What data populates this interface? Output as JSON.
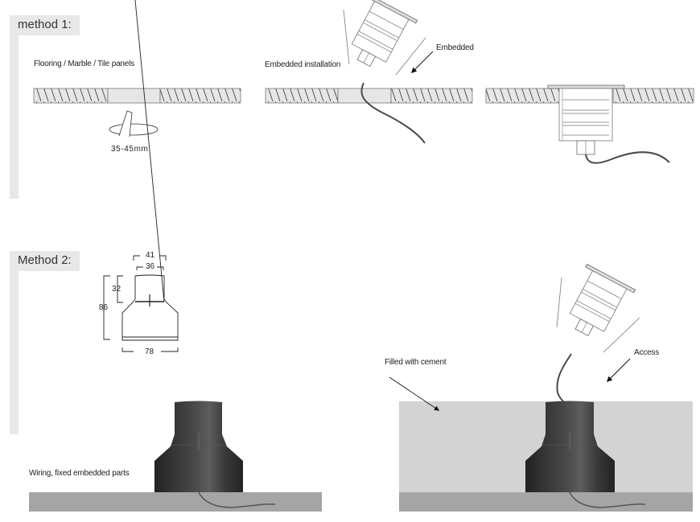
{
  "method1": {
    "title": "method 1:",
    "step1_label": "Flooring / Marble / Tile panels",
    "hole_size": "35-45mm",
    "step2_label": "Embedded installation",
    "arrow_label": "Embedded"
  },
  "method2": {
    "title": "Method 2:",
    "dimensions": {
      "top_outer_width": "41",
      "top_inner_width": "36",
      "upper_height": "32",
      "total_height": "86",
      "base_width": "78"
    },
    "step1_label": "Wiring, fixed embedded parts",
    "fill_label": "Filled with cement",
    "access_label": "Access"
  },
  "colors": {
    "section_bg": "#e8e8e8",
    "tile_fill": "#e6e6e6",
    "ground": "#a6a5a5",
    "cement": "#d3d3d3",
    "sleeve_dark": "#2b2a2a",
    "sleeve_light": "#5a5959",
    "cable": "#4a4a4a"
  }
}
